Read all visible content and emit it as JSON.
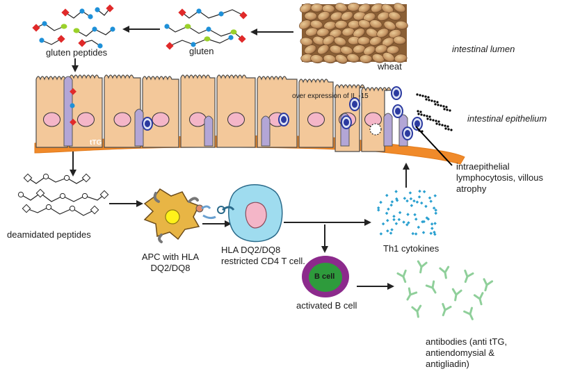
{
  "labels": {
    "wheat": "wheat",
    "gluten": "gluten",
    "gluten_peptides": "gluten peptides",
    "intestinal_lumen": "intestinal lumen",
    "intestinal_epithelium": "intestinal epithelium",
    "il15": "over expression of IL -15",
    "ttg": "tTG",
    "deamidated_peptides": "deamidated peptides",
    "apc_line1": "APC with HLA",
    "apc_line2": "DQ2/DQ8",
    "cd4_line1": "HLA DQ2/DQ8",
    "cd4_line2": "restricted CD4 T cell.",
    "b_cell": "B cell",
    "activated_b_cell": "activated B cell",
    "th1": "Th1 cytokines",
    "iel_line1": "intraepithelial",
    "iel_line2": "lymphocytosis, villous",
    "iel_line3": "atrophy",
    "ab_line1": "antibodies (anti tTG,",
    "ab_line2": "antiendomysial &",
    "ab_line3": "antigliadin)"
  },
  "colors": {
    "cell_fill": "#f3c89a",
    "cell_stroke": "#4a4a4a",
    "nucleus": "#f4b6c8",
    "intraepithelial_cell": "#b3a6d6",
    "lymphocyte_nucleus": "#2b3aa0",
    "basement_membrane": "#f08a2a",
    "apc": "#e8b545",
    "apc_nucleus": "#fff21a",
    "t_cell": "#9fdcef",
    "b_cell_outer": "#8c2a8c",
    "b_cell_inner": "#2e9b3c",
    "cytokine": "#2aa0d0",
    "antibody": "#8fcf9a",
    "peptide_red": "#e02a2a",
    "peptide_blue": "#1e90d8",
    "peptide_green": "#9ad12a",
    "wheat": "#c8a06a"
  }
}
